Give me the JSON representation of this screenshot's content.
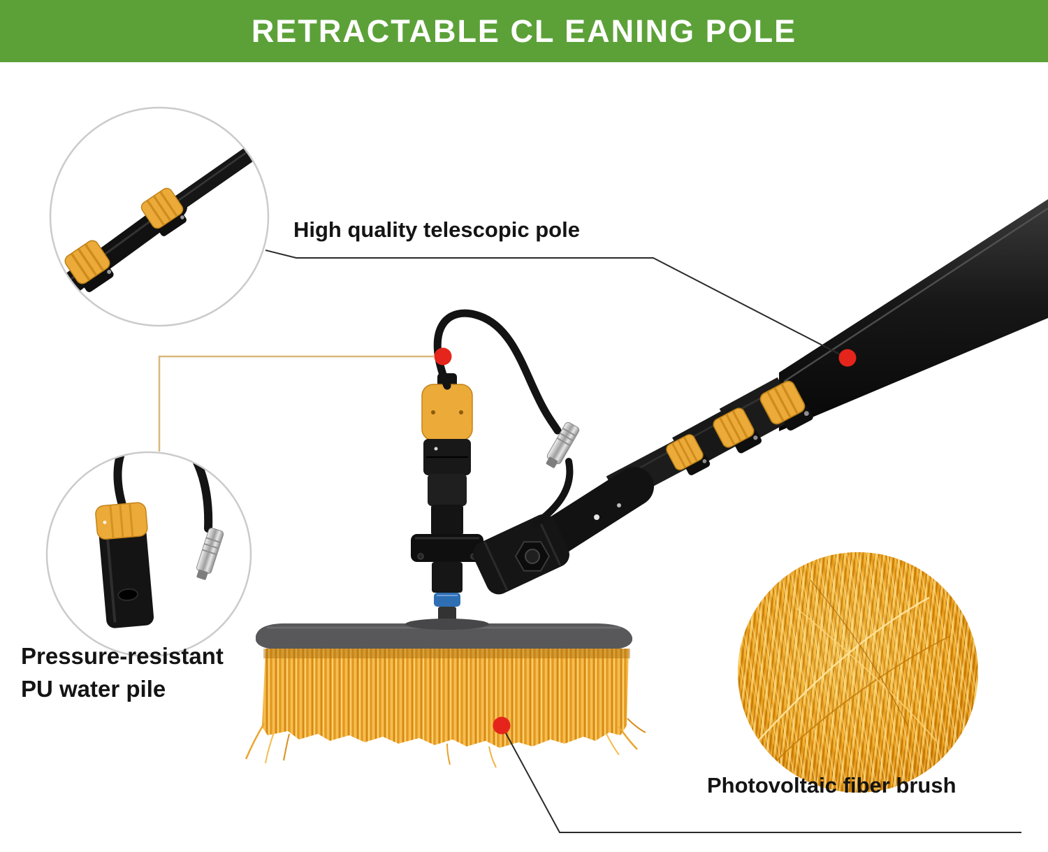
{
  "header": {
    "title": "RETRACTABLE CL EANING POLE"
  },
  "callouts": {
    "telescopic_pole": {
      "label": "High quality telescopic pole"
    },
    "water_pipe": {
      "line1": "Pressure-resistant",
      "line2": "PU water pile"
    },
    "fiber_brush": {
      "label": "Photovoltaic fiber brush"
    }
  },
  "colors": {
    "header_green": "#5ca138",
    "marker_red": "#e5251b",
    "clamp_yellow": "#ecaa39",
    "brush_orange": "#eda42d",
    "pole_black": "#151515",
    "water_line_tan": "#d8b87a",
    "label_text": "#141414"
  }
}
